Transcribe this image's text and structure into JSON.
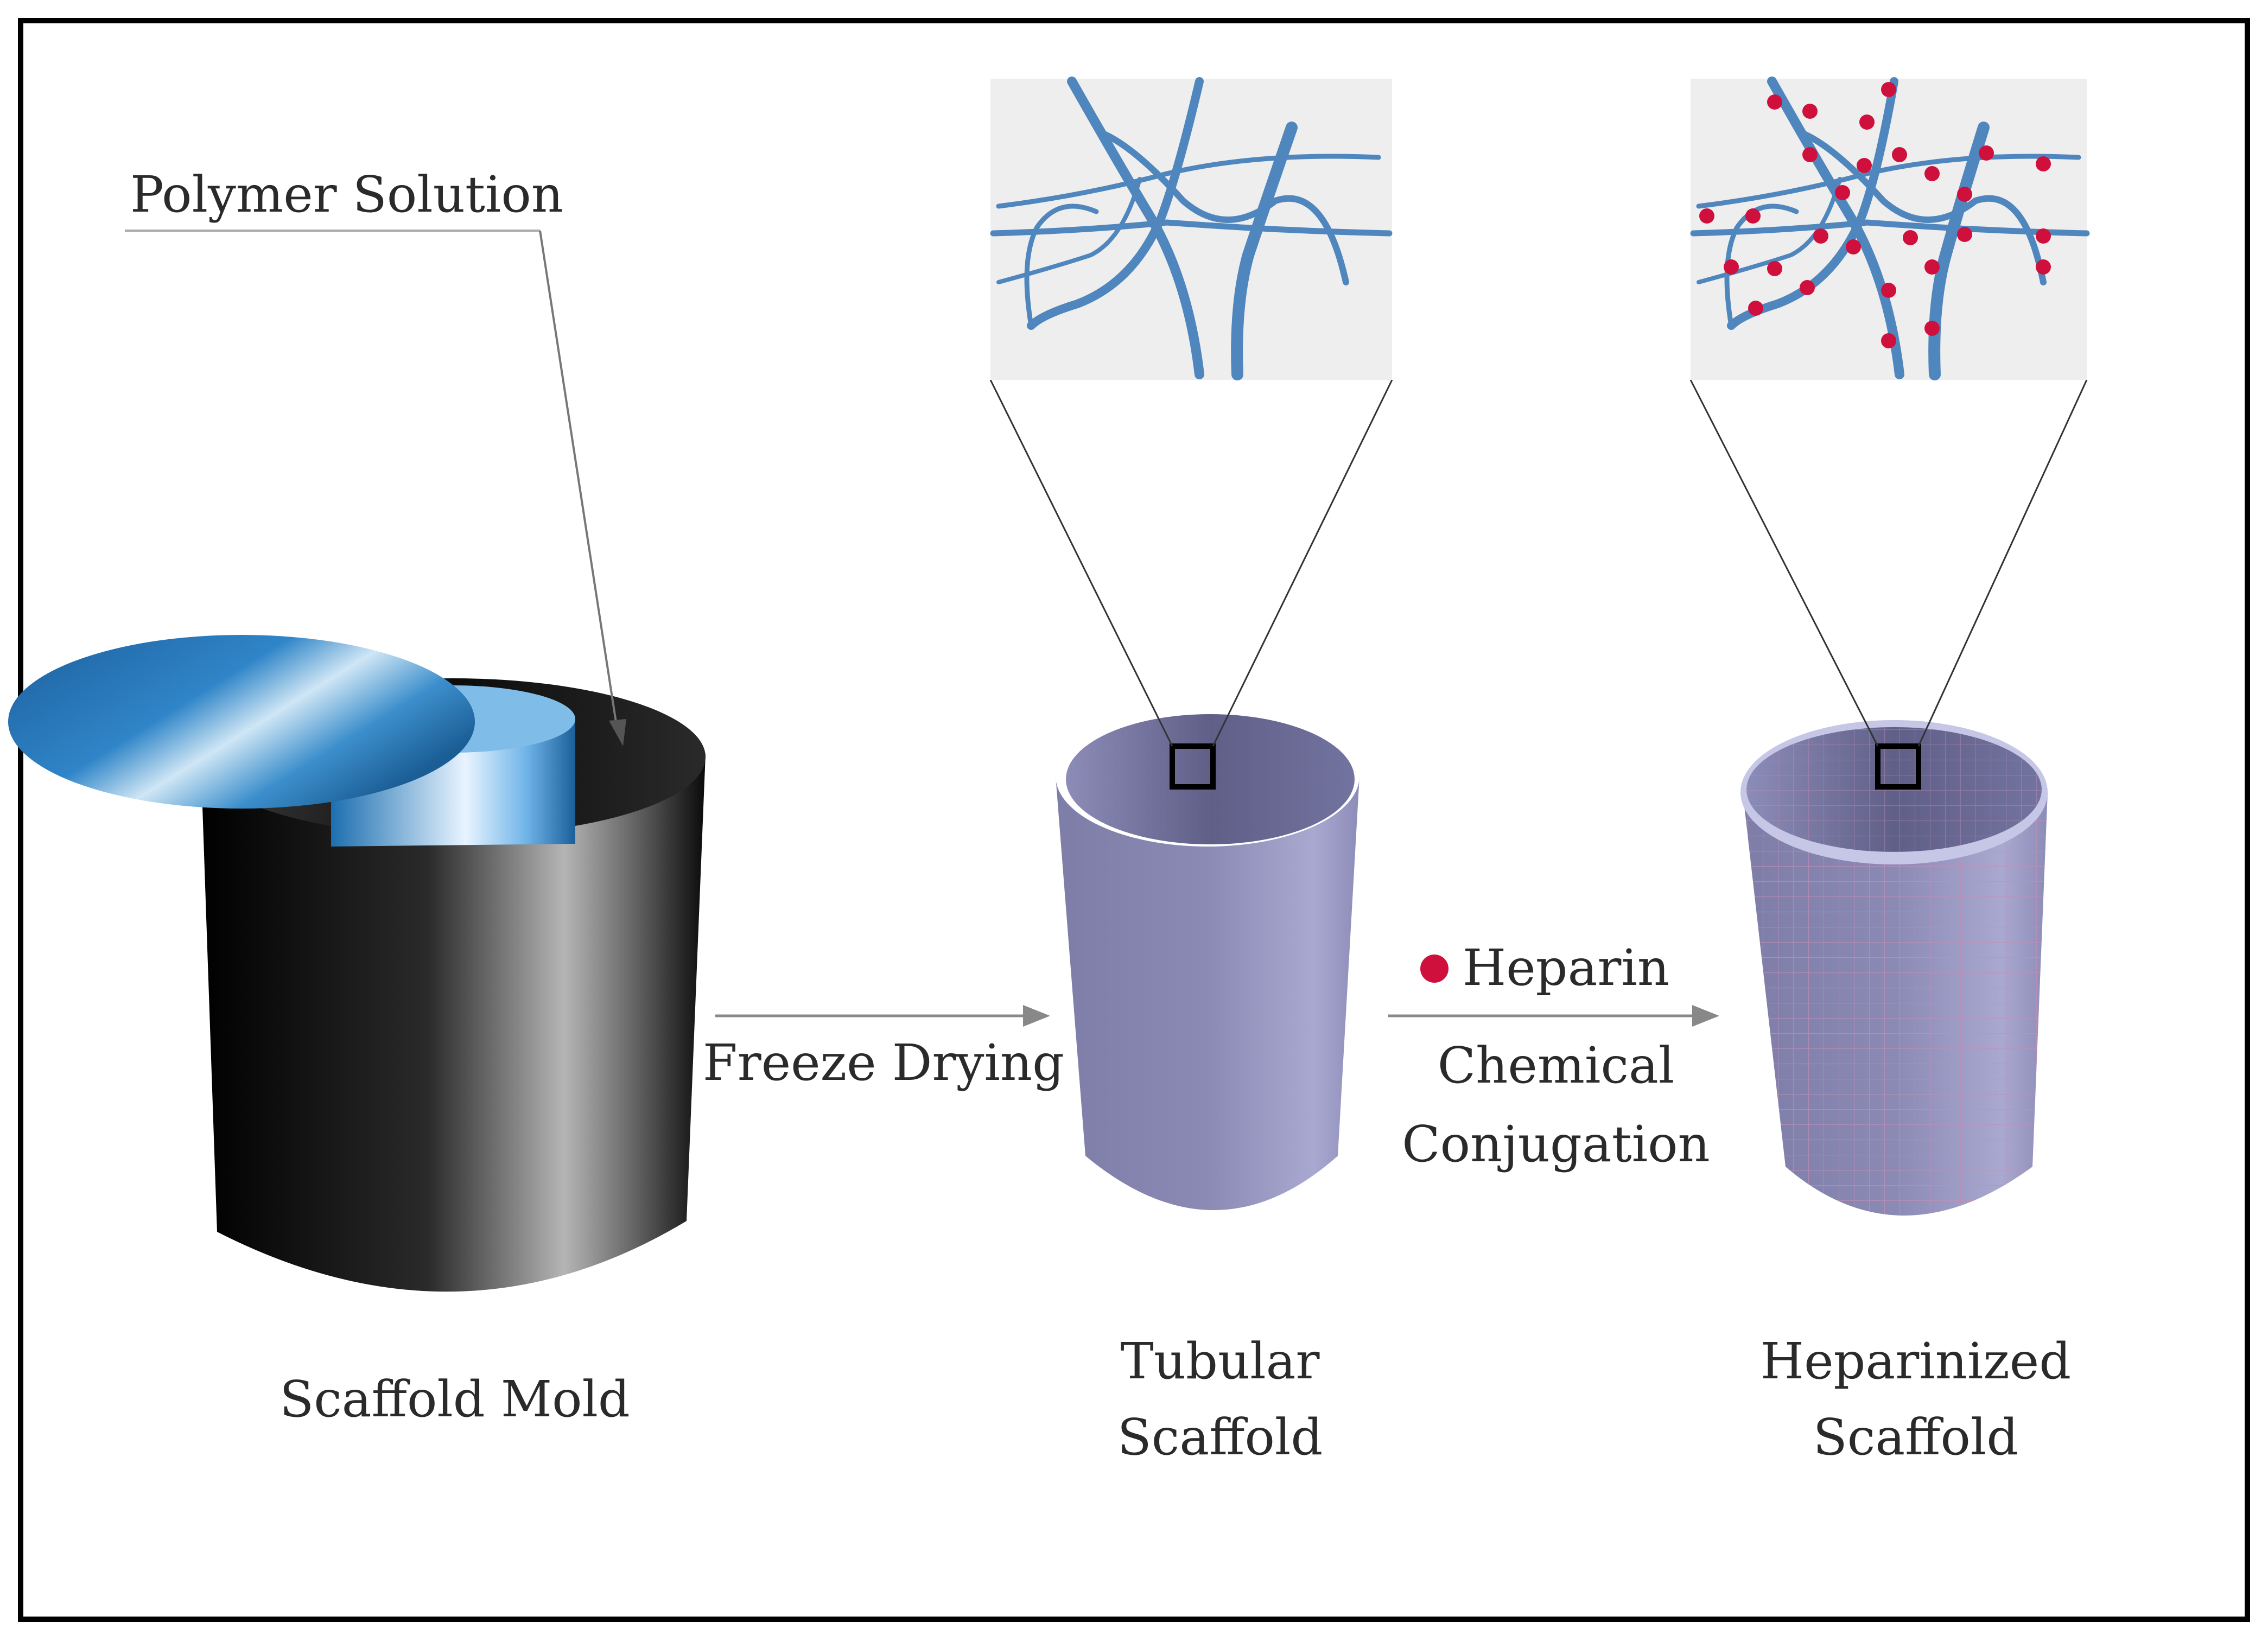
{
  "labels": {
    "polymer_solution": "Polymer Solution",
    "scaffold_mold": "Scaffold Mold",
    "freeze_drying": "Freeze Drying",
    "tubular_line1": "Tubular",
    "tubular_line2": "Scaffold",
    "heparin": "Heparin",
    "chemical_line1": "Chemical",
    "chemical_line2": "Conjugation",
    "heparinized_line1": "Heparinized",
    "heparinized_line2": "Scaffold"
  },
  "colors": {
    "fiber": "#4f86bd",
    "heparin_dot": "#d0103c",
    "scaffold": "#8f8fb8",
    "mold": "#111111",
    "polymer": "#2e7fc0",
    "inset_bg": "#eeeeee",
    "frame": "#000000"
  }
}
